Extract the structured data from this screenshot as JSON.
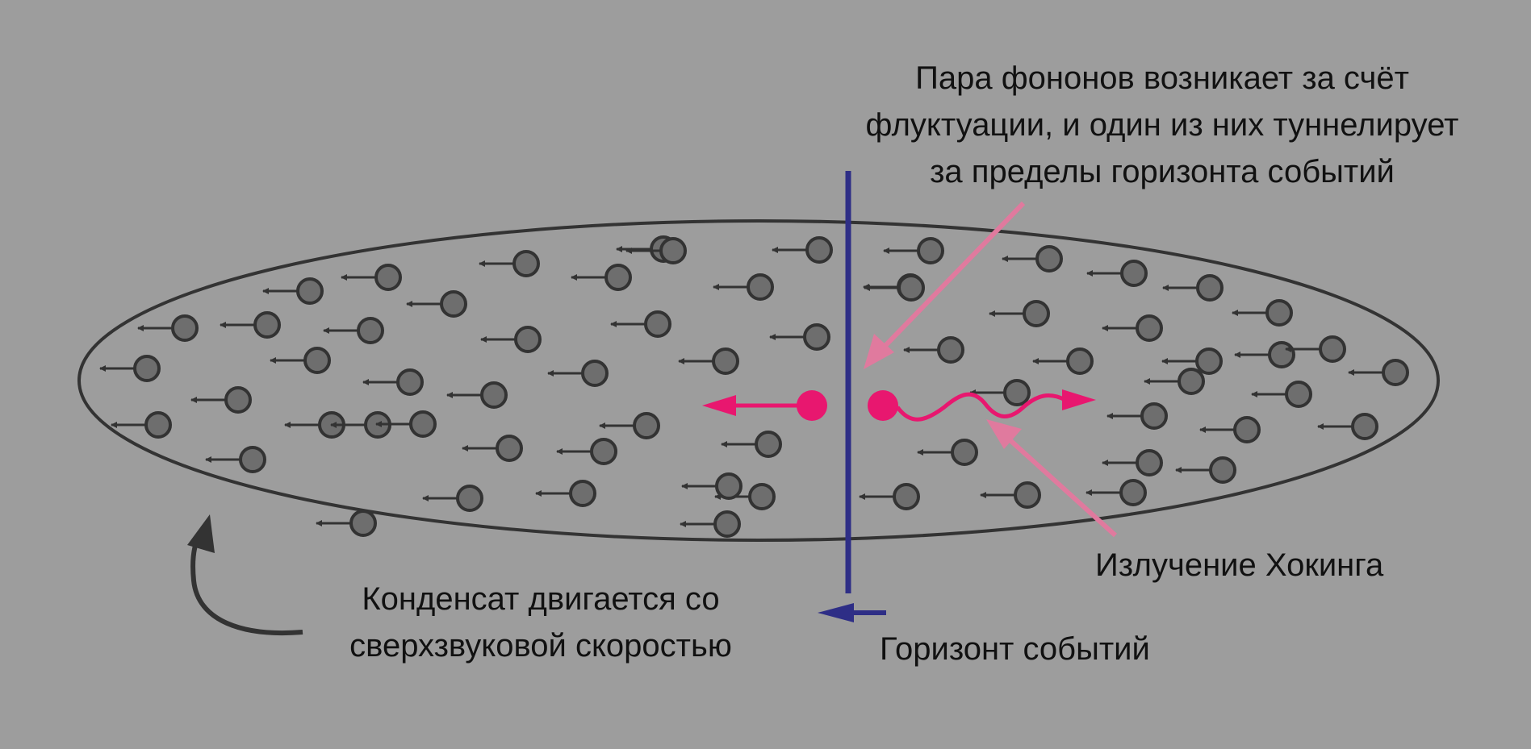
{
  "labels": {
    "fluctuation": [
      "Пара фононов возникает за счёт",
      "флуктуации, и один из них туннелирует",
      "за пределы горизонта событий"
    ],
    "hawking_radiation": "Излучение Хокинга",
    "condensate": [
      "Конденсат двигается со",
      "сверхзвуковой скоростью"
    ],
    "event_horizon": "Горизонт событий"
  },
  "colors": {
    "background": "#9d9d9d",
    "particle_fill": "#6e6e6e",
    "particle_stroke": "#333333",
    "horizon_line": "#2e2e86",
    "phonon": "#e8176f",
    "pointer_arrow": "#e07a9e",
    "outline": "#333333"
  },
  "icons": {
    "condensate_particle": "circle-with-tail-arrow",
    "phonon": "filled-dot",
    "hawking_wave": "wavy-arrow"
  }
}
